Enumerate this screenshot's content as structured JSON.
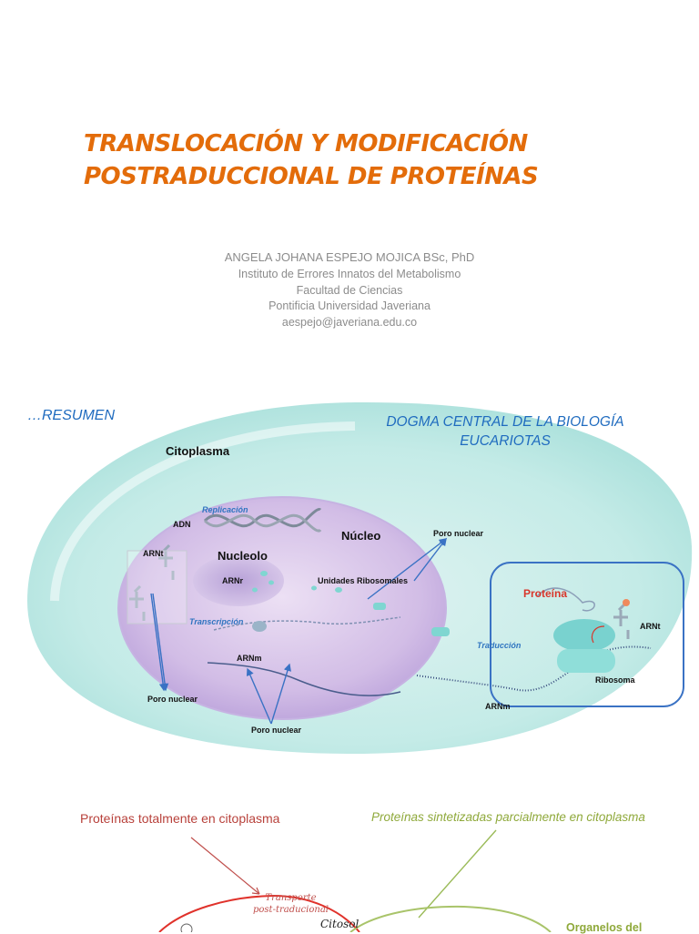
{
  "slide1": {
    "title_lines": [
      "TRANSLOCACIÓN Y MODIFICACIÓN",
      "POSTRADUCCIONAL DE PROTEÍNAS"
    ],
    "author": "ANGELA JOHANA ESPEJO MOJICA BSc, PhD",
    "affiliation_lines": [
      "Instituto de Errores Innatos del Metabolismo",
      "Facultad de Ciencias",
      "Pontificia Universidad Javeriana",
      "aespejo@javeriana.edu.co"
    ]
  },
  "slide2": {
    "resumen": "…RESUMEN",
    "dogma_lines": [
      "DOGMA CENTRAL DE LA BIOLOGÍA",
      "EUCARIOTAS"
    ],
    "labels": {
      "citoplasma": "Citoplasma",
      "replicacion": "Replicación",
      "adn": "ADN",
      "nucleo": "Núcleo",
      "nucleolo": "Nucleolo",
      "arnt": "ARNt",
      "arnr": "ARNr",
      "poro_nuclear": "Poro nuclear",
      "unidades_ribosomales": "Unidades Ribosomales",
      "transcripcion": "Transcripción",
      "arnm": "ARNm",
      "traduccion": "Traducción",
      "proteina": "Proteína",
      "ribosoma": "Ribosoma"
    },
    "colors": {
      "accent_blue": "#2f74c0",
      "title_orange": "#e36c0a",
      "protein_red": "#d9362b"
    }
  },
  "slide3": {
    "left_heading": "Proteínas totalmente en citoplasma",
    "right_heading": "Proteínas sintetizadas parcialmente en citoplasma",
    "transporte_lines": [
      "Transporte",
      "post-traducional"
    ],
    "citosol": "Citosol",
    "organelos": "Organelos del"
  }
}
